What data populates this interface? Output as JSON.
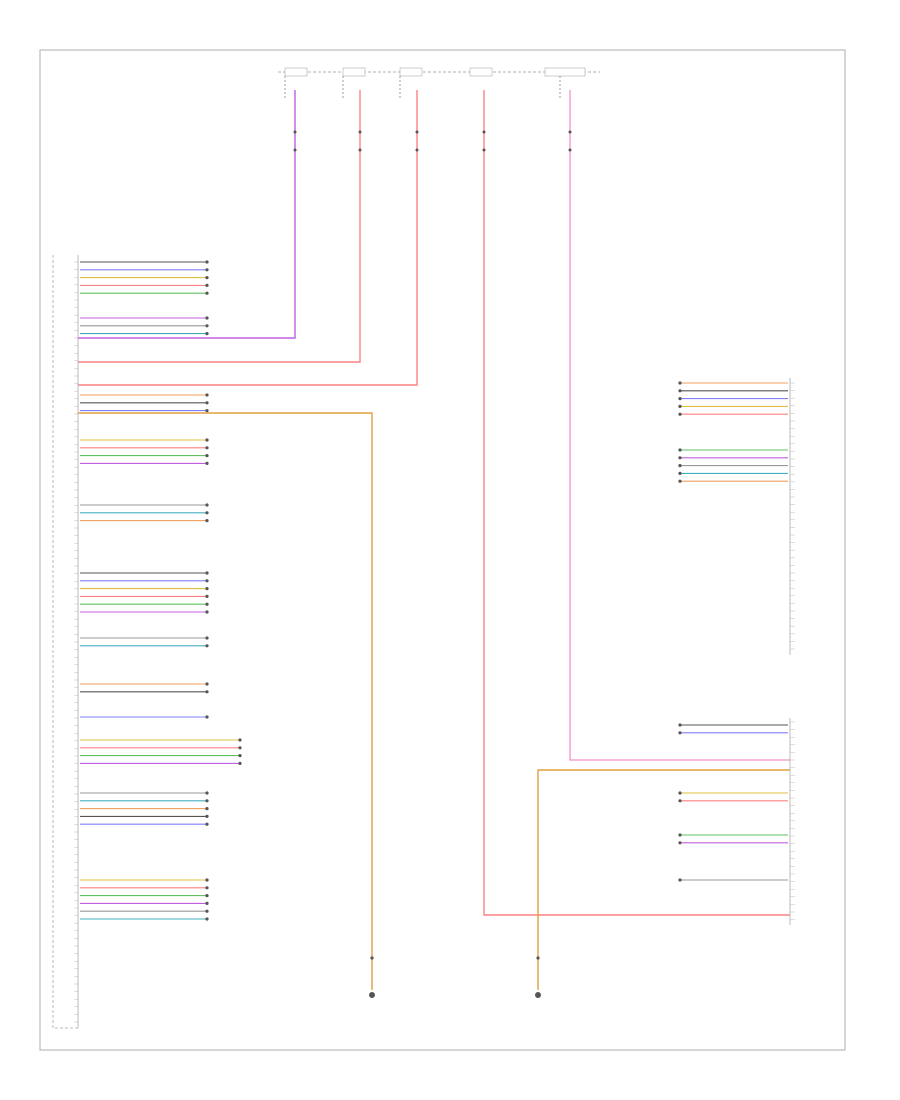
{
  "diagram": {
    "footer_code": "",
    "colors": {
      "frame": "#bbbbbb",
      "wire_black": "#555555",
      "wire_purple": "#c060e0",
      "wire_red": "#ff8080",
      "wire_pink": "#f070c0",
      "wire_orange": "#e0a040",
      "wire_white": "#cccccc"
    },
    "fuses": [
      {
        "id": "f1",
        "label": "",
        "wire": ""
      },
      {
        "id": "f2",
        "label": "",
        "wire": ""
      },
      {
        "id": "f3",
        "label": "",
        "wire": ""
      },
      {
        "id": "f4",
        "label": "",
        "wire": ""
      },
      {
        "id": "f5",
        "label": "",
        "wire": ""
      }
    ],
    "left_module": {
      "title": "",
      "pins": [
        "",
        "",
        "",
        "",
        "",
        ""
      ],
      "footer": ""
    },
    "right_module": {
      "title": "",
      "footer": ""
    },
    "grounds": [
      {
        "id": "g1",
        "label": ""
      },
      {
        "id": "g2",
        "label": ""
      }
    ],
    "icons": [
      "ground-icon",
      "connector-icon",
      "splice-icon"
    ]
  }
}
